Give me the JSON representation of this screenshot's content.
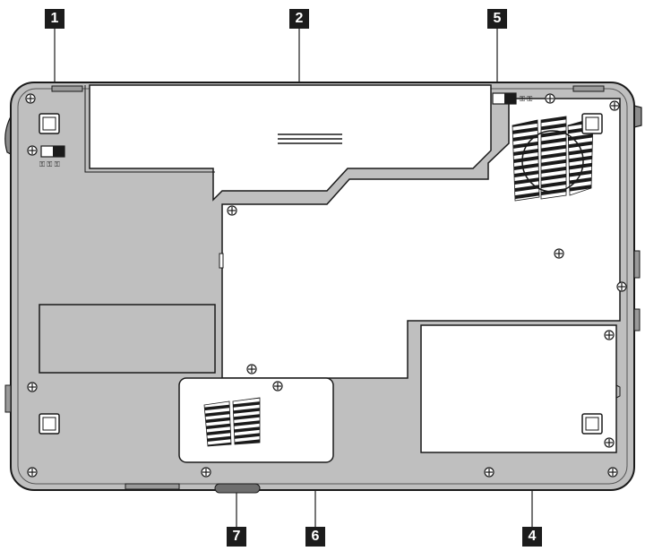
{
  "callouts": [
    {
      "id": "1",
      "label": "1"
    },
    {
      "id": "2",
      "label": "2"
    },
    {
      "id": "5",
      "label": "5"
    },
    {
      "id": "7",
      "label": "7"
    },
    {
      "id": "6",
      "label": "6"
    },
    {
      "id": "4",
      "label": "4"
    }
  ],
  "latch_left_marks": "⚿ ⚿ ⚿",
  "latch_right_marks": "⚿ ⚿",
  "colors": {
    "body": "#bfbfbf",
    "panel": "#ffffff",
    "outline": "#1a1a1a",
    "callout": "#1c1c1c"
  },
  "icons": [
    "screw-icon",
    "vent-grille-icon",
    "rubber-foot-icon",
    "battery-latch-icon"
  ]
}
